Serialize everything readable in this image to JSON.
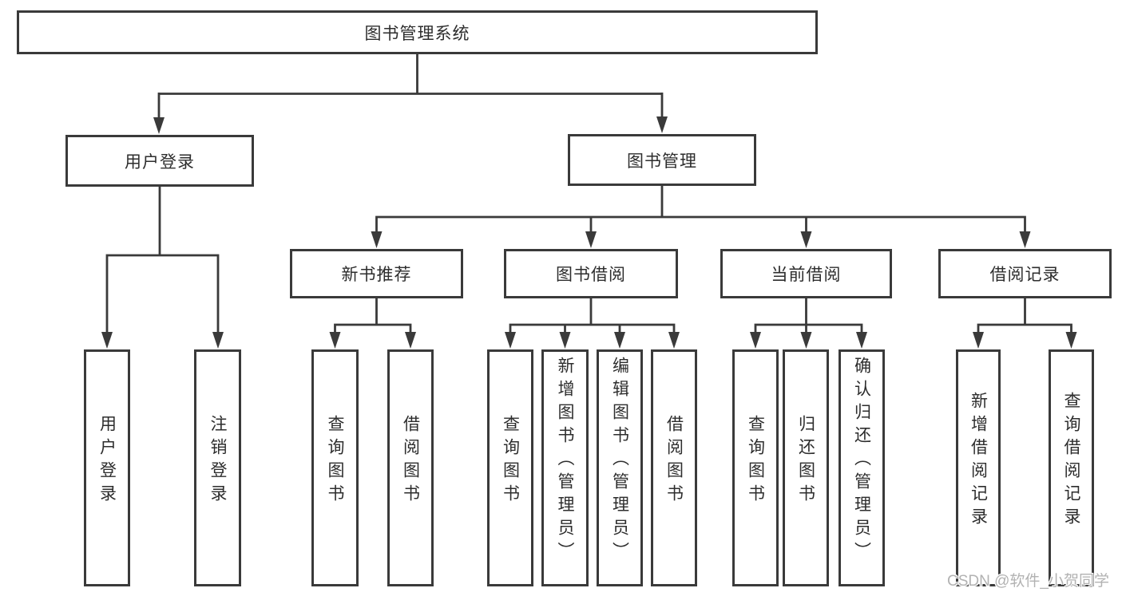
{
  "diagram": {
    "root_label": "图书管理系统",
    "level2": {
      "user_login": "用户登录",
      "book_mgmt": "图书管理"
    },
    "level3": {
      "new_book_rec": "新书推荐",
      "book_borrow": "图书借阅",
      "current_borrow": "当前借阅",
      "borrow_records": "借阅记录"
    },
    "leaves": {
      "login_user_login": "用户登录",
      "login_logout": "注销登录",
      "rec_query_books": "查询图书",
      "rec_borrow_books": "借阅图书",
      "borrow_query_books": "查询图书",
      "borrow_add_books": "新增图书（管理员）",
      "borrow_edit_books": "编辑图书（管理员）",
      "borrow_borrow_books": "借阅图书",
      "cur_query_books": "查询图书",
      "cur_return_books": "归还图书",
      "cur_confirm_return": "确认归还（管理员）",
      "records_add_record": "新增借阅记录",
      "records_query_record": "查询借阅记录"
    },
    "watermark": "CSDN @软件_小贺同学",
    "colors": {
      "line": "#3a3a3a",
      "text": "#2d2d2d",
      "box_background": "#ffffff",
      "watermark": "#b2b2b2"
    }
  }
}
